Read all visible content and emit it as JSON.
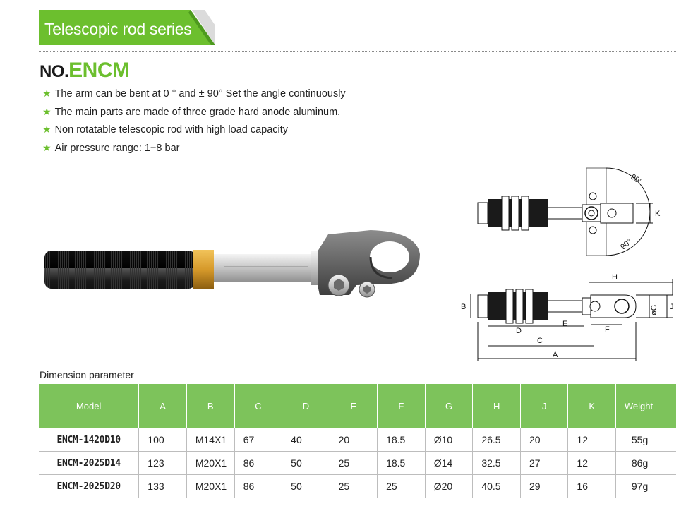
{
  "banner": {
    "title": "Telescopic rod series",
    "color": "#6cbf2e"
  },
  "model": {
    "prefix": "NO.",
    "code": "ENCM"
  },
  "features": [
    "The arm can be bent at 0 °   and ± 90°  Set the angle continuously",
    "The main parts are made of three grade hard anode aluminum.",
    "Non rotatable telescopic rod with high load capacity",
    "Air pressure range: 1−8 bar"
  ],
  "drawing_labels": {
    "angle_top": "90°",
    "angle_bottom": "90°",
    "K": "K",
    "H": "H",
    "B": "B",
    "G": "øG",
    "J": "J",
    "D": "D",
    "E": "E",
    "F": "F",
    "C": "C",
    "A": "A"
  },
  "table": {
    "title": "Dimension parameter",
    "header_color": "#7dc35b",
    "headers": [
      "Model",
      "A",
      "B",
      "C",
      "D",
      "E",
      "F",
      "G",
      "H",
      "J",
      "K",
      "Weight"
    ],
    "rows": [
      [
        "ENCM-1420D10",
        "100",
        "M14X1",
        "67",
        "40",
        "20",
        "18.5",
        "Ø10",
        "26.5",
        "20",
        "12",
        "55g"
      ],
      [
        "ENCM-2025D14",
        "123",
        "M20X1",
        "86",
        "50",
        "25",
        "18.5",
        "Ø14",
        "32.5",
        "27",
        "12",
        "86g"
      ],
      [
        "ENCM-2025D20",
        "133",
        "M20X1",
        "86",
        "50",
        "25",
        "25",
        "Ø20",
        "40.5",
        "29",
        "16",
        "97g"
      ]
    ]
  }
}
